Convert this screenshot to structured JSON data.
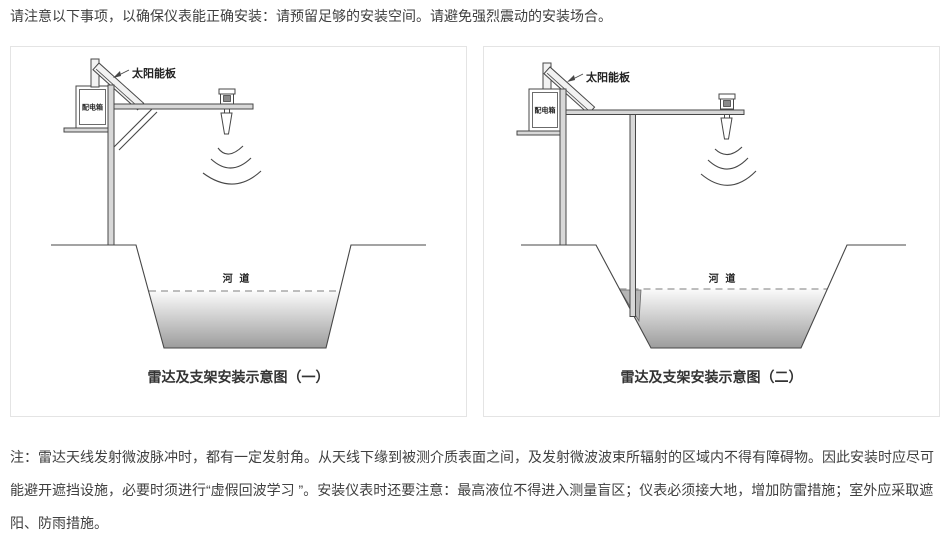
{
  "intro": "请注意以下事项，以确保仪表能正确安装：请预留足够的安装空间。请避免强烈震动的安装场合。",
  "note": "注：雷达天线发射微波脉冲时，都有一定发射角。从天线下缘到被测介质表面之间，及发射微波波束所辐射的区域内不得有障碍物。因此安装时应尽可能避开遮挡设施，必要时须进行“虚假回波学习 ”。安装仪表时还要注意：最高液位不得进入测量盲区；仪表必须接大地，增加防雷措施；室外应采取遮阳、防雨措施。",
  "diagram1": {
    "caption": "雷达及支架安装示意图（一）",
    "solar_panel_label": "太阳能板",
    "power_box_label": "配电箱",
    "river_label": "河 道"
  },
  "diagram2": {
    "caption": "雷达及支架安装示意图（二）",
    "solar_panel_label": "太阳能板",
    "power_box_label": "配电箱",
    "river_label": "河 道"
  },
  "colors": {
    "diagram_line": "#474747",
    "panel_border": "#e4e4e4",
    "body_text": "#3f3f3f",
    "water_gradient_top": "#fbfbfb",
    "water_gradient_bottom": "#9c9c9c",
    "metal_fill": "#d8d8d8"
  }
}
